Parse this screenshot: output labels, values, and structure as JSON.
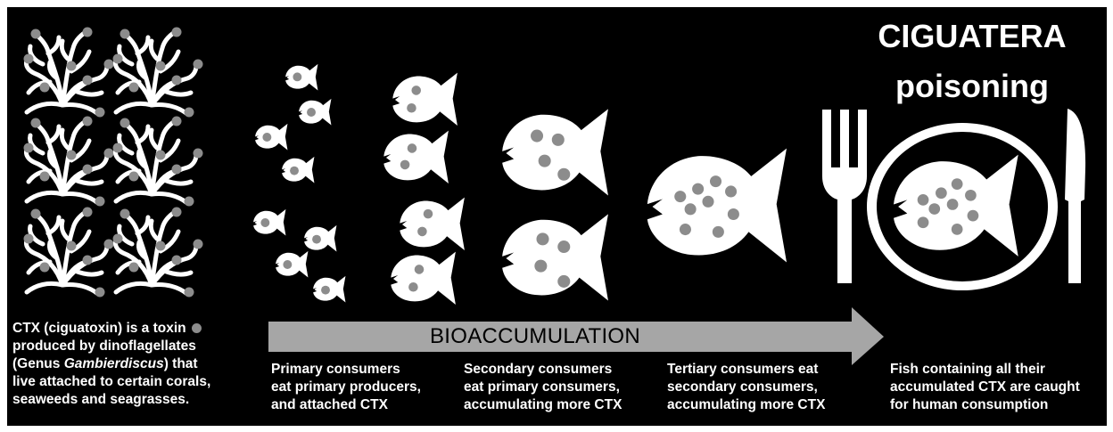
{
  "colors": {
    "background": "#000000",
    "foreground": "#ffffff",
    "toxin_dot": "#8c8c8c",
    "arrow": "#a6a6a6"
  },
  "title": {
    "line1": "CIGUATERA",
    "line2": "poisoning"
  },
  "arrow": {
    "label": "BIOACCUMULATION"
  },
  "captions": {
    "producers": {
      "line1": "CTX (ciguatoxin) is a toxin",
      "line2": "produced by dinoflagellates",
      "line3_pre": "(Genus ",
      "line3_italic": "Gambierdiscus",
      "line3_post": ") that",
      "line4": "live attached to certain corals,",
      "line5": "seaweeds and seagrasses."
    },
    "primary": {
      "line1": "Primary consumers",
      "line2": "eat  primary producers,",
      "line3": "and attached CTX"
    },
    "secondary": {
      "line1": "Secondary consumers",
      "line2": "eat primary consumers,",
      "line3": "accumulating more CTX"
    },
    "tertiary": {
      "line1": "Tertiary consumers eat",
      "line2": "secondary consumers,",
      "line3": "accumulating more CTX"
    },
    "human": {
      "line1": "Fish containing all their",
      "line2": "accumulated CTX are caught",
      "line3": "for human consumption"
    }
  },
  "icons": {
    "seaweed": "seaweed-icon",
    "small_fish": "small-fish-icon",
    "medium_fish": "medium-fish-icon",
    "large_fish": "large-fish-icon",
    "fork": "fork-icon",
    "plate": "plate-icon",
    "knife": "knife-icon",
    "toxin": "toxin-dot-icon"
  }
}
